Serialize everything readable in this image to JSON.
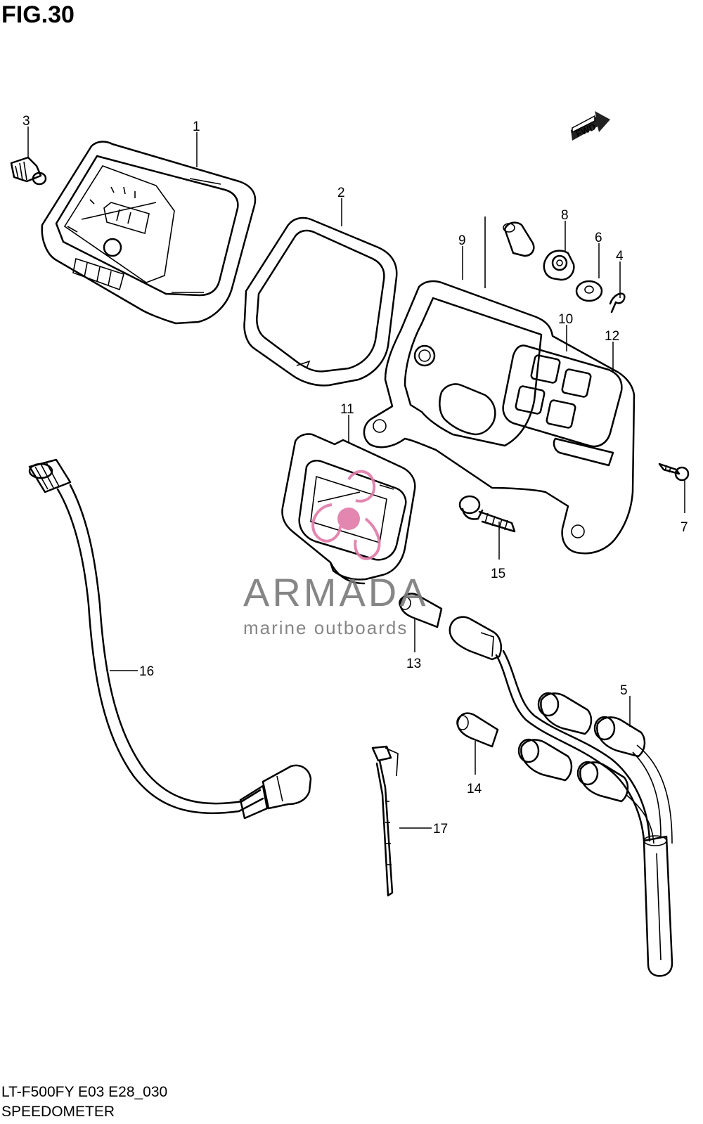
{
  "figure": {
    "title": "FIG.30"
  },
  "footer": {
    "model_line": "LT-F500FY E03 E28_030",
    "section_name": "SPEEDOMETER"
  },
  "badge": {
    "fwd_label": "FWD"
  },
  "watermark": {
    "brand": "ARMADA",
    "tagline": "marine outboards",
    "logo_color": "#e07aa8"
  },
  "callouts": [
    {
      "id": "c1",
      "label": "1"
    },
    {
      "id": "c2",
      "label": "2"
    },
    {
      "id": "c3",
      "label": "3"
    },
    {
      "id": "c4",
      "label": "4"
    },
    {
      "id": "c5",
      "label": "5"
    },
    {
      "id": "c6",
      "label": "6"
    },
    {
      "id": "c7",
      "label": "7"
    },
    {
      "id": "c8",
      "label": "8"
    },
    {
      "id": "c9",
      "label": "9"
    },
    {
      "id": "c10",
      "label": "10"
    },
    {
      "id": "c11",
      "label": "11"
    },
    {
      "id": "c12",
      "label": "12"
    },
    {
      "id": "c13",
      "label": "13"
    },
    {
      "id": "c14",
      "label": "14"
    },
    {
      "id": "c15",
      "label": "15"
    },
    {
      "id": "c16",
      "label": "16"
    },
    {
      "id": "c17",
      "label": "17"
    }
  ]
}
